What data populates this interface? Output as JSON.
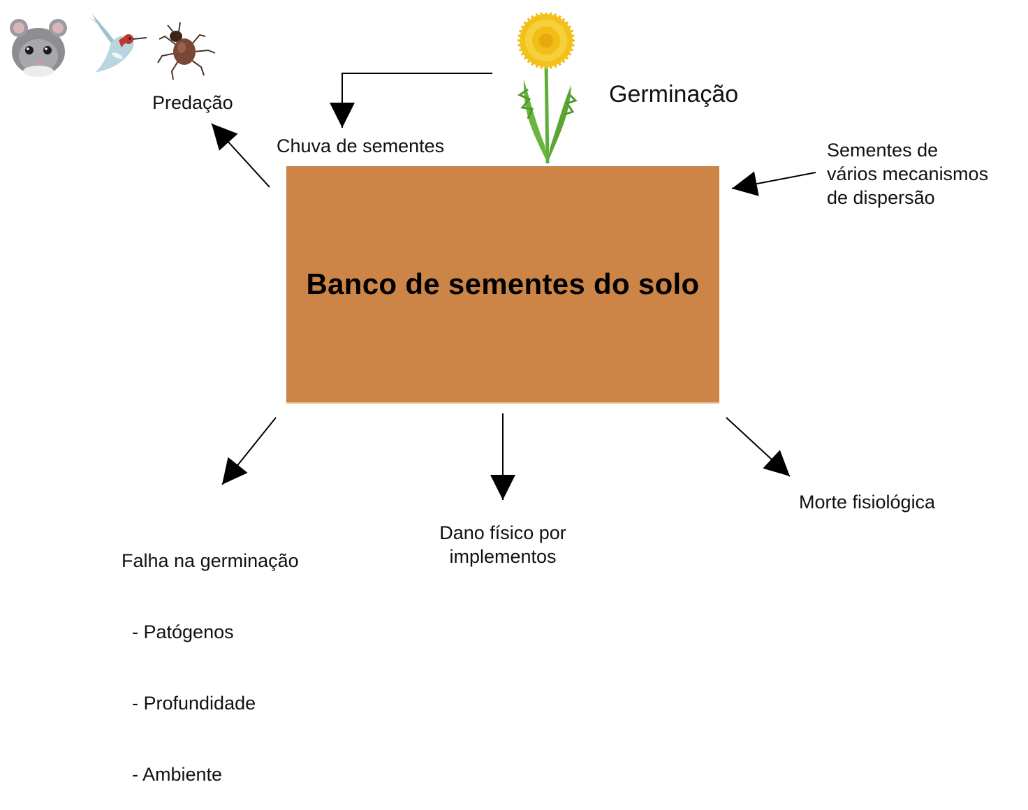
{
  "colors": {
    "soil_box": "#cc8547",
    "arrow": "#000000",
    "flower": "#f5c518",
    "leaf": "#5fae3a"
  },
  "box": {
    "title": "Banco de sementes do solo"
  },
  "labels": {
    "germination": "Germinação",
    "seed_rain": "Chuva de sementes",
    "predation": "Predação",
    "dispersal": [
      "Sementes de",
      "vários mecanismos",
      "de dispersão"
    ],
    "germination_failure": [
      "Falha na germinação",
      "  - Patógenos",
      "  - Profundidade",
      "  - Ambiente"
    ],
    "physical_damage": [
      "Dano físico por",
      "implementos"
    ],
    "physiological_death": "Morte fisiológica"
  },
  "images": {
    "predators": [
      "mouse-icon",
      "hummingbird-icon",
      "beetle-icon"
    ],
    "plant": "dandelion-icon"
  }
}
